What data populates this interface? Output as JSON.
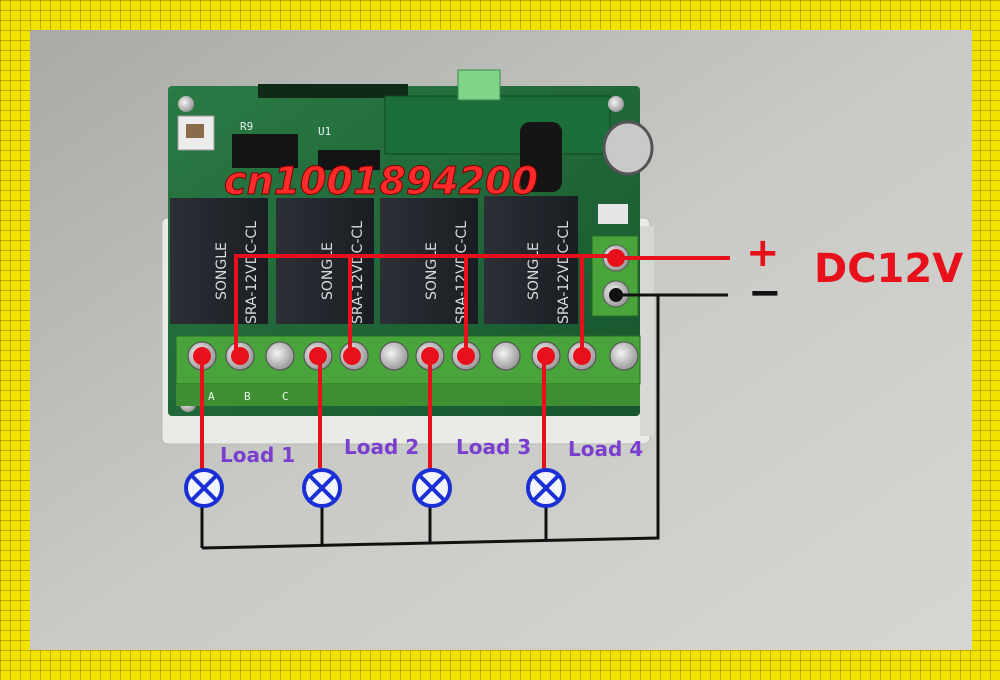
{
  "watermark": "cn1001894200",
  "power": {
    "plus": "+",
    "minus": "−",
    "label": "DC12V"
  },
  "loads": [
    "Load 1",
    "Load 2",
    "Load 3",
    "Load 4"
  ],
  "relay": {
    "brand": "SONGLE",
    "model": "SRA-12VDC-CL"
  },
  "silkscreen": {
    "r9": "R9",
    "u1": "U1",
    "terminal": [
      "A",
      "B",
      "C"
    ]
  },
  "colors": {
    "positive_wire": "#e8101a",
    "negative_wire": "#111111",
    "lamp": "#1a2fd6",
    "board": "#1f6a3a",
    "terminal": "#4aa43c"
  }
}
